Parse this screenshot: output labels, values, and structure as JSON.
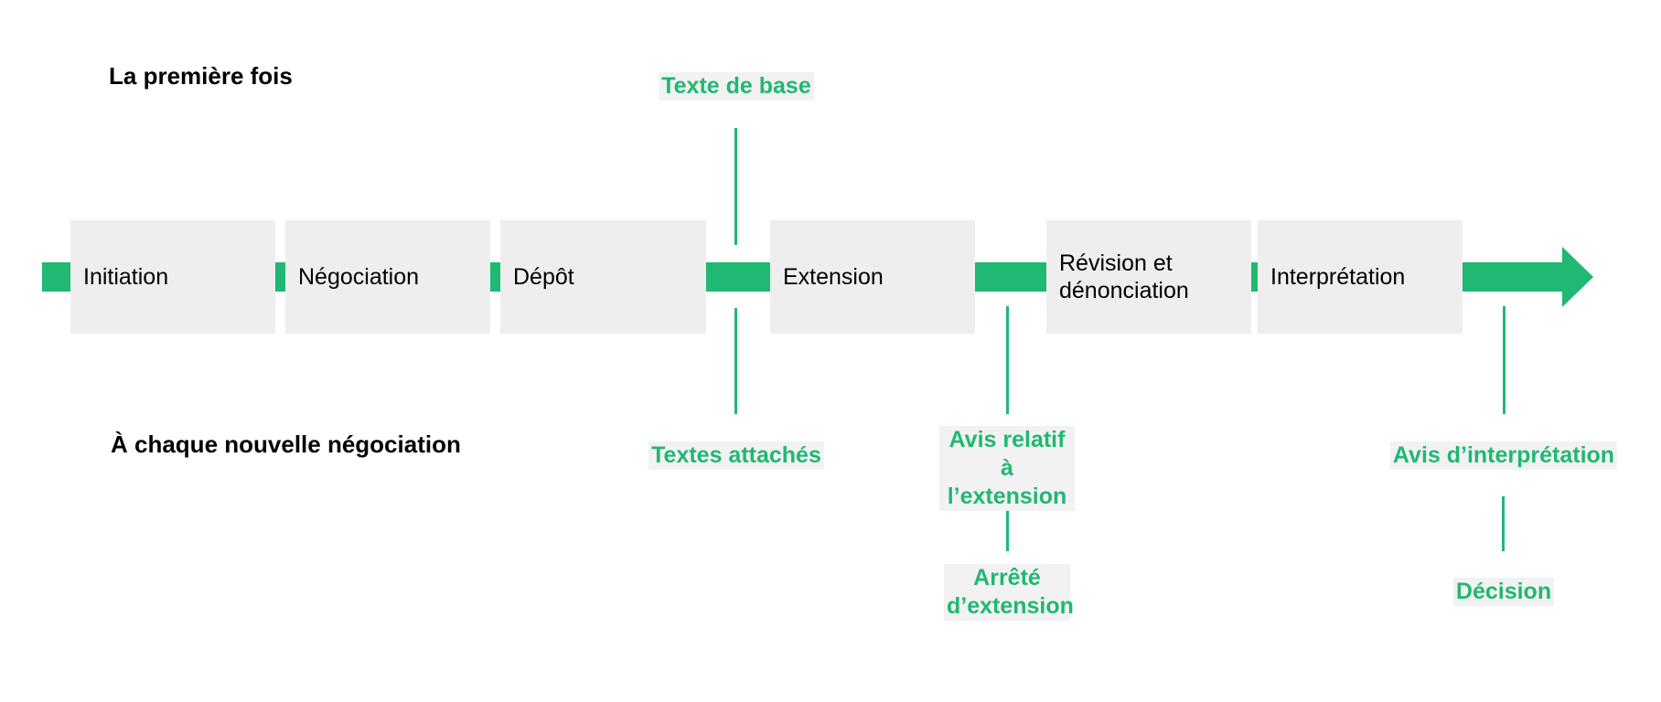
{
  "headings": {
    "first_time": "La première fois",
    "each_negotiation": "À chaque nouvelle négociation"
  },
  "stages": [
    "Initiation",
    "Négociation",
    "Dépôt",
    "Extension",
    "Révision et dénonciation",
    "Interprétation"
  ],
  "documents": {
    "base_text": "Texte de base",
    "attached_texts": "Textes attachés",
    "extension_notice": "Avis relatif à l’extension",
    "extension_order": "Arrêté d’extension",
    "interpretation_notice": "Avis d’interprétation",
    "decision": "Décision"
  },
  "colors": {
    "accent": "#20b872",
    "box": "#eeeeee",
    "label_bg": "#f2f2f2",
    "text": "#000000"
  }
}
